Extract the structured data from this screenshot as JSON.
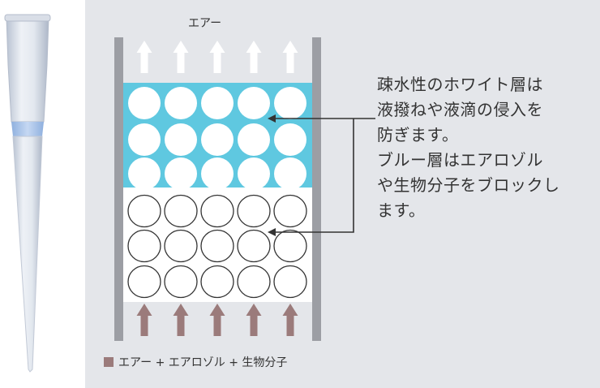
{
  "labels": {
    "air_top": "エアー",
    "air_bottom": "エアー + エアロゾル + 生物分子"
  },
  "description": {
    "lines": [
      "疎水性のホワイト層は",
      "液撥ねや液滴の侵入を",
      "防ぎます。",
      "ブルー層はエアロゾル",
      "や生物分子をブロックし",
      "ます。"
    ]
  },
  "colors": {
    "panel": "#e4e6ea",
    "wall": "#9c9ea4",
    "blue_layer": "#5fc8e0",
    "white_layer": "#ffffff",
    "arrow_out": "#ffffff",
    "arrow_in": "#9b7b7b",
    "pointer": "#333333",
    "tip_body": "#dfe4ee",
    "tip_band": "#a9c3e8"
  },
  "icons": {
    "pipette_tip": "pipette-tip-icon",
    "air_out_arrow": "up-arrow-icon",
    "air_in_arrow": "up-arrow-icon",
    "pointer_arrow": "left-arrow-icon",
    "legend_swatch": "square-icon"
  }
}
